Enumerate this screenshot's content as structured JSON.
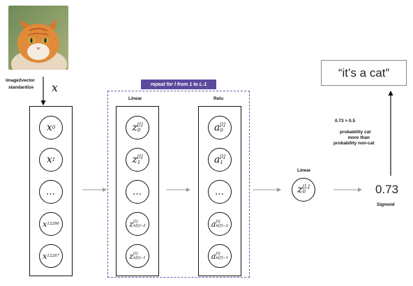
{
  "input": {
    "preprocess_line1": "image2vector",
    "preprocess_line2": "standardize",
    "x_label": "x",
    "nodes": [
      {
        "base": "x",
        "sub": "0"
      },
      {
        "base": "x",
        "sub": "1"
      },
      {
        "base": "…",
        "sub": ""
      },
      {
        "base": "x",
        "sub": "12286"
      },
      {
        "base": "x",
        "sub": "12287"
      }
    ]
  },
  "repeat_banner": "repeat for l from 1 to L-1",
  "linear_block": {
    "title": "Linear",
    "nodes": [
      {
        "base": "z",
        "sup": "[l]",
        "sub": "0"
      },
      {
        "base": "z",
        "sup": "[l]",
        "sub": "1"
      },
      {
        "base": "…",
        "sup": "",
        "sub": ""
      },
      {
        "base": "z",
        "sup": "[l]",
        "sub": "n[l]−2"
      },
      {
        "base": "z",
        "sup": "[l]",
        "sub": "n[l]−1"
      }
    ]
  },
  "relu_block": {
    "title": "Relu",
    "nodes": [
      {
        "base": "a",
        "sup": "[l]",
        "sub": "0"
      },
      {
        "base": "a",
        "sup": "[l]",
        "sub": "1"
      },
      {
        "base": "…",
        "sup": "",
        "sub": ""
      },
      {
        "base": "a",
        "sup": "[l]",
        "sub": "n[l]−2"
      },
      {
        "base": "a",
        "sup": "[l]",
        "sub": "n[l]−1"
      }
    ]
  },
  "final_linear": {
    "title": "Linear",
    "base": "z",
    "sup": "[L]",
    "sub": "0"
  },
  "sigmoid": {
    "value": "0.73",
    "label": "Sigmoid"
  },
  "decision": {
    "rule": "0.73 > 0.5",
    "line1": "probability cat",
    "line2": "more than",
    "line3": "probability non-cat"
  },
  "output_text": "“it’s a cat”"
}
